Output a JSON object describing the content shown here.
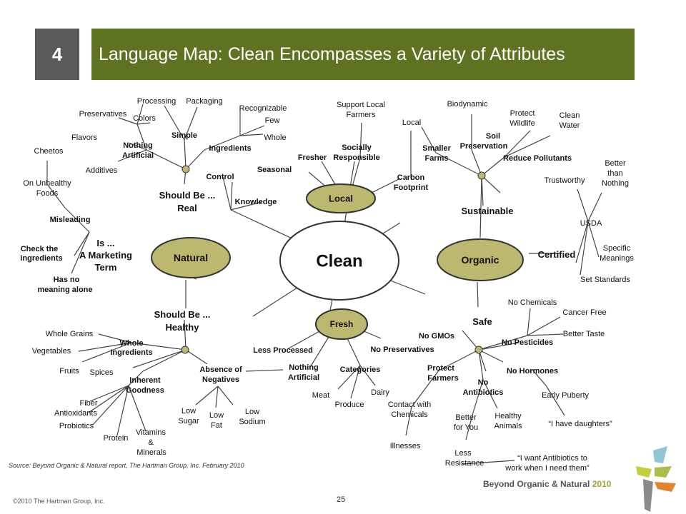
{
  "header": {
    "section_number": "4",
    "title": "Language Map: Clean Encompasses a Variety of Attributes"
  },
  "colors": {
    "title_bar": "#5e7322",
    "number_box": "#5a5a5a",
    "node_fill": "#bcb86f",
    "line": "#444444",
    "accent_year": "#94a735"
  },
  "map": {
    "center": "Clean",
    "hubs": [
      "Natural",
      "Local",
      "Organic",
      "Fresh"
    ],
    "labels": [
      "Processing",
      "Packaging",
      "Preservatives",
      "Colors",
      "Flavors",
      "Simple",
      "Nothing",
      "Artificial",
      "Additives",
      "Cheetos",
      "Recognizable",
      "Few",
      "Whole",
      "Ingredients",
      "On Unhealthy",
      "Foods",
      "Control",
      "Knowledge",
      "Should Be ...",
      "Real",
      "Misleading",
      "Is ...",
      "A Marketing",
      "Term",
      "Check the",
      "ingredients",
      "Has no",
      "meaning alone",
      "Should Be ...",
      "Healthy",
      "Whole Grains",
      "Whole",
      "Ingredients",
      "Vegetables",
      "Fruits",
      "Spices",
      "Inherent",
      "Goodness",
      "Fiber",
      "Antioxidants",
      "Probiotics",
      "Protein",
      "Vitamins",
      "&",
      "Minerals",
      "Absence of",
      "Negatives",
      "Low",
      "Sugar",
      "Low",
      "Fat",
      "Low",
      "Sodium",
      "Less Processed",
      "Nothing",
      "Artificial",
      "Categories",
      "Meat",
      "Produce",
      "Dairy",
      "No Preservatives",
      "Seasonal",
      "Fresher",
      "Support Local",
      "Farmers",
      "Socially",
      "Responsible",
      "Local",
      "Smaller",
      "Farms",
      "Carbon",
      "Footprint",
      "Biodynamic",
      "Soil",
      "Preservation",
      "Protect",
      "Wildlife",
      "Clean",
      "Water",
      "Reduce Pollutants",
      "Sustainable",
      "Trustworthy",
      "Better",
      "than",
      "Nothing",
      "USDA",
      "Certified",
      "Specific",
      "Meanings",
      "Set Standards",
      "Safe",
      "No Chemicals",
      "Cancer Free",
      "Better Taste",
      "No GMOs",
      "No Pesticides",
      "Protect",
      "Farmers",
      "No Hormones",
      "No",
      "Antibiotics",
      "Early Puberty",
      "Contact with",
      "Chemicals",
      "Better",
      "for You",
      "Healthy",
      "Animals",
      "“I have daughters”",
      "Illnesses",
      "Less",
      "Resistance",
      "“I want Antibiotics to",
      "work when I need them”"
    ]
  },
  "footer": {
    "source": "Source: Beyond Organic & Natural report, The Hartman Group, Inc. February 2010",
    "copyright": "©2010 The Hartman Group, Inc.",
    "page_number": "25",
    "brand": "Beyond Organic & Natural",
    "year": "2010"
  }
}
